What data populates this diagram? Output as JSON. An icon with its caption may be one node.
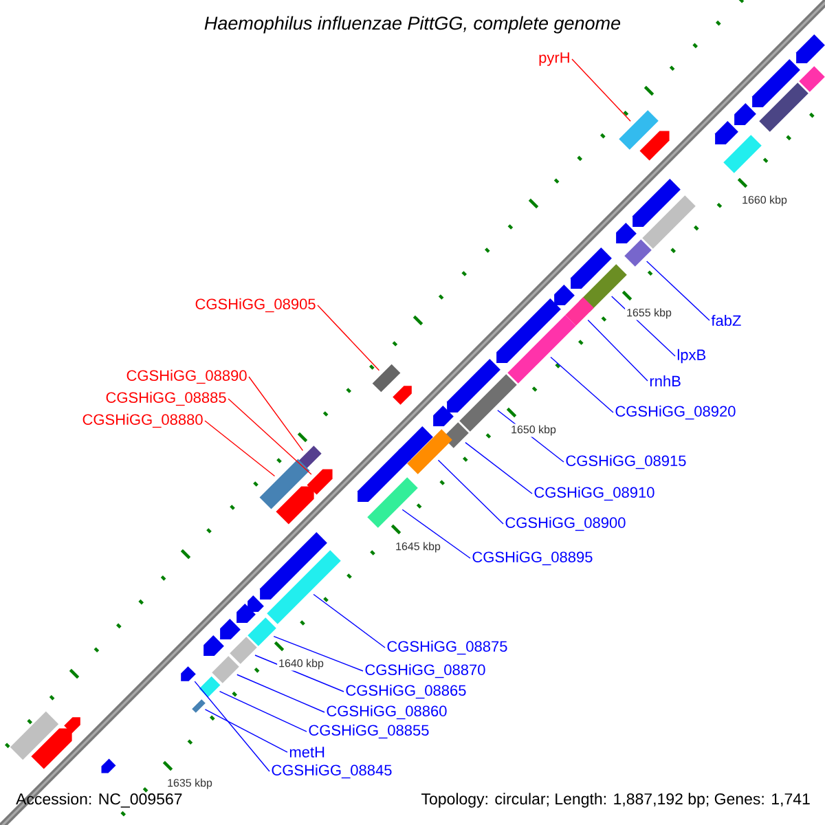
{
  "diagram": {
    "title": "Haemophilus influenzae PittGG, complete genome",
    "nodes": [
      {
        "text": [
          "pyrH"
        ]
      },
      {
        "text": [],
        "shape": "box"
      },
      {
        "text": [
          "CGSHiGG_08905"
        ]
      },
      {
        "text": [],
        "shape": "box"
      },
      {
        "text": [
          "fabZ"
        ]
      },
      {
        "text": [],
        "shape": "box"
      },
      {
        "text": [
          "lpxB"
        ]
      },
      {
        "text": [],
        "shape": "box"
      },
      {
        "text": [
          "CGSHiGG_08890"
        ]
      },
      {
        "text": [],
        "shape": "box"
      },
      {
        "text": [
          "rnhB"
        ]
      },
      {
        "text": [],
        "shape": "box"
      },
      {
        "text": [
          "CGSHiGG_08885"
        ]
      },
      {
        "text": [],
        "shape": "pentagon"
      },
      {
        "text": [
          "CGSHiGG_08920"
        ]
      },
      {
        "text": [],
        "shape": "box"
      },
      {
        "text": [
          "CGSHiGG_08880"
        ]
      },
      {
        "text": [],
        "shape": "box"
      },
      {
        "text": [
          "CGSHiGG_08915"
        ]
      },
      {
        "text": [],
        "shape": "box"
      },
      {
        "text": [
          "CGSHiGG_08910"
        ]
      },
      {
        "text": [],
        "shape": "box"
      },
      {
        "text": [
          "CGSHiGG_08900"
        ]
      },
      {
        "text": [],
        "shape": "box"
      },
      {
        "text": [
          "CGSHiGG_08895"
        ]
      },
      {
        "text": [],
        "shape": "box"
      },
      {
        "text": [
          "CGSHiGG_08875"
        ]
      },
      {
        "text": [],
        "shape": "box"
      },
      {
        "text": [
          "CGSHiGG_08870"
        ]
      },
      {
        "text": [],
        "shape": "box"
      },
      {
        "text": [
          "CGSHiGG_08865"
        ]
      },
      {
        "text": [],
        "shape": "box"
      },
      {
        "text": [
          "CGSHiGG_08860"
        ]
      },
      {
        "text": [],
        "shape": "box"
      },
      {
        "text": [
          "CGSHiGG_08855"
        ]
      },
      {
        "text": [],
        "shape": "box"
      },
      {
        "text": [
          "metH"
        ]
      },
      {
        "text": [],
        "shape": "box"
      },
      {
        "text": [
          "CGSHiGG_08845"
        ]
      },
      {
        "text": [],
        "shape": "pentagon"
      },
      {
        "text": [],
        "shape": "pentagon"
      },
      {
        "text": [],
        "shape": "pentagon"
      },
      {
        "text": [],
        "shape": "pentagon"
      },
      {
        "text": [],
        "shape": "pentagon"
      },
      {
        "text": [],
        "shape": "pentagon"
      },
      {
        "text": [],
        "shape": "pentagon"
      },
      {
        "text": [],
        "shape": "pentagon"
      },
      {
        "text": [],
        "shape": "pentagon"
      },
      {
        "text": [],
        "shape": "pentagon"
      },
      {
        "text": [],
        "shape": "pentagon"
      },
      {
        "text": [],
        "shape": "pentagon"
      },
      {
        "text": [],
        "shape": "pentagon"
      },
      {
        "text": [],
        "shape": "pentagon"
      },
      {
        "text": [],
        "shape": "pentagon"
      },
      {
        "text": [],
        "shape": "pentagon"
      },
      {
        "text": [],
        "shape": "pentagon"
      },
      {
        "text": [],
        "shape": "pentagon"
      },
      {
        "text": [],
        "shape": "pentagon"
      },
      {
        "text": [],
        "shape": "pentagon"
      },
      {
        "text": [],
        "shape": "box"
      },
      {
        "text": [],
        "shape": "box"
      },
      {
        "text": [],
        "shape": "box"
      },
      {
        "text": [],
        "shape": "box"
      },
      {
        "text": [],
        "shape": "pentagon"
      },
      {
        "text": [],
        "shape": "pentagon"
      },
      {
        "text": [],
        "shape": "pentagon"
      },
      {
        "text": [],
        "shape": "box"
      },
      {
        "text": [],
        "shape": "pentagon"
      },
      {
        "text": [],
        "shape": "pentagon"
      }
    ],
    "edges": [
      {
        "from": 0,
        "to": 1,
        "arrow": "none",
        "color": "#ff0000"
      },
      {
        "from": 2,
        "to": 3,
        "arrow": "none",
        "color": "#ff0000"
      },
      {
        "from": 4,
        "to": 5,
        "arrow": "none"
      },
      {
        "from": 6,
        "to": 7,
        "arrow": "none"
      },
      {
        "from": 8,
        "to": 9,
        "arrow": "none",
        "color": "#ff0000"
      },
      {
        "from": 10,
        "to": 11,
        "arrow": "none"
      },
      {
        "from": 12,
        "to": 13,
        "arrow": "none",
        "color": "#ff0000"
      },
      {
        "from": 14,
        "to": 15,
        "arrow": "none"
      },
      {
        "from": 16,
        "to": 17,
        "arrow": "none",
        "color": "#ff0000"
      },
      {
        "from": 18,
        "to": 19,
        "arrow": "none"
      },
      {
        "from": 20,
        "to": 21,
        "arrow": "none"
      },
      {
        "from": 22,
        "to": 23,
        "arrow": "none"
      },
      {
        "from": 24,
        "to": 25,
        "arrow": "none"
      },
      {
        "from": 26,
        "to": 27,
        "arrow": "none"
      },
      {
        "from": 28,
        "to": 29,
        "arrow": "none"
      },
      {
        "from": 30,
        "to": 31,
        "arrow": "none"
      },
      {
        "from": 32,
        "to": 33,
        "arrow": "none"
      },
      {
        "from": 34,
        "to": 35,
        "arrow": "none"
      },
      {
        "from": 36,
        "to": 37,
        "arrow": "none"
      },
      {
        "from": 38,
        "to": 39,
        "arrow": "none"
      }
    ],
    "labels": [
      "1660 kbp",
      "1655 kbp",
      "1650 kbp",
      "1645 kbp",
      "1640 kbp",
      "1635 kbp",
      "Accession: NC_009567",
      "Topology: circular; Length: 1,887,192 bp; Genes: 1,741"
    ]
  }
}
